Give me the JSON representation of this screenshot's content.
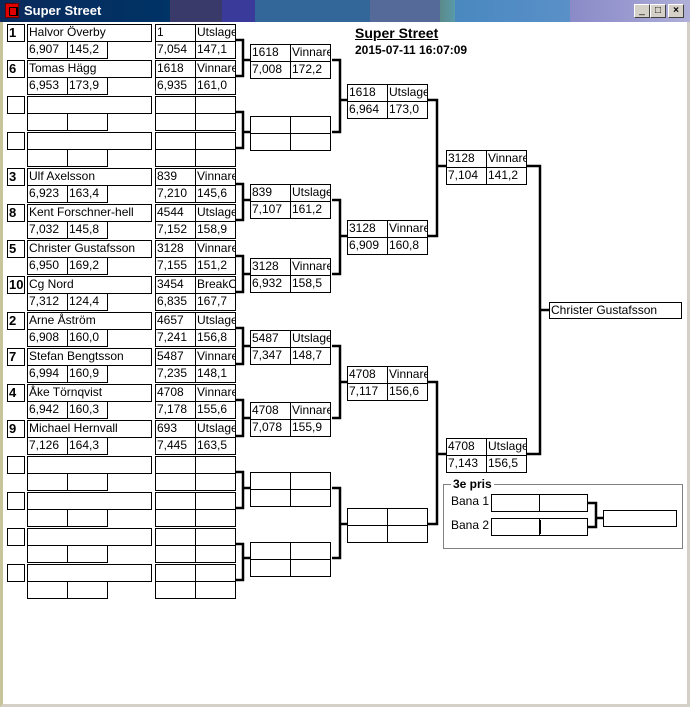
{
  "window": {
    "title": "Super Street",
    "buttons": [
      "minimize",
      "maximize",
      "close"
    ]
  },
  "header": {
    "title": "Super Street",
    "datetime": "2015-07-11 16:07:09"
  },
  "round1": [
    {
      "seed": "1",
      "name": "Halvor Överby",
      "et": "6,907",
      "speed": "145,2",
      "res": {
        "id": "1",
        "status": "Utslagen",
        "et": "7,054",
        "speed": "147,1"
      }
    },
    {
      "seed": "6",
      "name": "Tomas Hägg",
      "et": "6,953",
      "speed": "173,9",
      "res": {
        "id": "1618",
        "status": "Vinnare",
        "et": "6,935",
        "speed": "161,0"
      }
    },
    {
      "seed": "",
      "name": "",
      "et": "",
      "speed": "",
      "res": {
        "id": "",
        "status": "",
        "et": "",
        "speed": ""
      }
    },
    {
      "seed": "",
      "name": "",
      "et": "",
      "speed": "",
      "res": {
        "id": "",
        "status": "",
        "et": "",
        "speed": ""
      }
    },
    {
      "seed": "3",
      "name": "Ulf Axelsson",
      "et": "6,923",
      "speed": "163,4",
      "res": {
        "id": "839",
        "status": "Vinnare",
        "et": "7,210",
        "speed": "145,6"
      }
    },
    {
      "seed": "8",
      "name": "Kent Forschner-hell",
      "et": "7,032",
      "speed": "145,8",
      "res": {
        "id": "4544",
        "status": "Utslagen",
        "et": "7,152",
        "speed": "158,9"
      }
    },
    {
      "seed": "5",
      "name": "Christer Gustafsson",
      "et": "6,950",
      "speed": "169,2",
      "res": {
        "id": "3128",
        "status": "Vinnare",
        "et": "7,155",
        "speed": "151,2"
      }
    },
    {
      "seed": "10",
      "name": "Cg Nord",
      "et": "7,312",
      "speed": "124,4",
      "res": {
        "id": "3454",
        "status": "BreakOut",
        "et": "6,835",
        "speed": "167,7"
      }
    },
    {
      "seed": "2",
      "name": "Arne Åström",
      "et": "6,908",
      "speed": "160,0",
      "res": {
        "id": "4657",
        "status": "Utslagen",
        "et": "7,241",
        "speed": "156,8"
      }
    },
    {
      "seed": "7",
      "name": "Stefan Bengtsson",
      "et": "6,994",
      "speed": "160,9",
      "res": {
        "id": "5487",
        "status": "Vinnare",
        "et": "7,235",
        "speed": "148,1"
      }
    },
    {
      "seed": "4",
      "name": "Åke Törnqvist",
      "et": "6,942",
      "speed": "160,3",
      "res": {
        "id": "4708",
        "status": "Vinnare",
        "et": "7,178",
        "speed": "155,6"
      }
    },
    {
      "seed": "9",
      "name": "Michael Hernvall",
      "et": "7,126",
      "speed": "164,3",
      "res": {
        "id": "693",
        "status": "Utslagen",
        "et": "7,445",
        "speed": "163,5"
      }
    },
    {
      "seed": "",
      "name": "",
      "et": "",
      "speed": "",
      "res": {
        "id": "",
        "status": "",
        "et": "",
        "speed": ""
      }
    },
    {
      "seed": "",
      "name": "",
      "et": "",
      "speed": "",
      "res": {
        "id": "",
        "status": "",
        "et": "",
        "speed": ""
      }
    },
    {
      "seed": "",
      "name": "",
      "et": "",
      "speed": "",
      "res": {
        "id": "",
        "status": "",
        "et": "",
        "speed": ""
      }
    },
    {
      "seed": "",
      "name": "",
      "et": "",
      "speed": "",
      "res": {
        "id": "",
        "status": "",
        "et": "",
        "speed": ""
      }
    }
  ],
  "round2": [
    {
      "id": "1618",
      "status": "Vinnare",
      "et": "7,008",
      "speed": "172,2"
    },
    {
      "id": "",
      "status": "",
      "et": "",
      "speed": ""
    },
    {
      "id": "839",
      "status": "Utslagen",
      "et": "7,107",
      "speed": "161,2"
    },
    {
      "id": "3128",
      "status": "Vinnare",
      "et": "6,932",
      "speed": "158,5"
    },
    {
      "id": "5487",
      "status": "Utslagen",
      "et": "7,347",
      "speed": "148,7"
    },
    {
      "id": "4708",
      "status": "Vinnare",
      "et": "7,078",
      "speed": "155,9"
    },
    {
      "id": "",
      "status": "",
      "et": "",
      "speed": ""
    },
    {
      "id": "",
      "status": "",
      "et": "",
      "speed": ""
    }
  ],
  "round3": [
    {
      "id": "1618",
      "status": "Utslagen",
      "et": "6,964",
      "speed": "173,0"
    },
    {
      "id": "3128",
      "status": "Vinnare",
      "et": "6,909",
      "speed": "160,8"
    },
    {
      "id": "4708",
      "status": "Vinnare",
      "et": "7,117",
      "speed": "156,6"
    },
    {
      "id": "",
      "status": "",
      "et": "",
      "speed": ""
    }
  ],
  "round4": [
    {
      "id": "3128",
      "status": "Vinnare",
      "et": "7,104",
      "speed": "141,2"
    },
    {
      "id": "4708",
      "status": "Utslagen",
      "et": "7,143",
      "speed": "156,5"
    }
  ],
  "final": {
    "winner": "Christer Gustafsson"
  },
  "third_place": {
    "label": "3e pris",
    "lane1_label": "Bana 1",
    "lane2_label": "Bana 2",
    "lane1": {
      "a": "",
      "b": ""
    },
    "lane2": {
      "a": "",
      "b": ""
    },
    "result": ""
  }
}
